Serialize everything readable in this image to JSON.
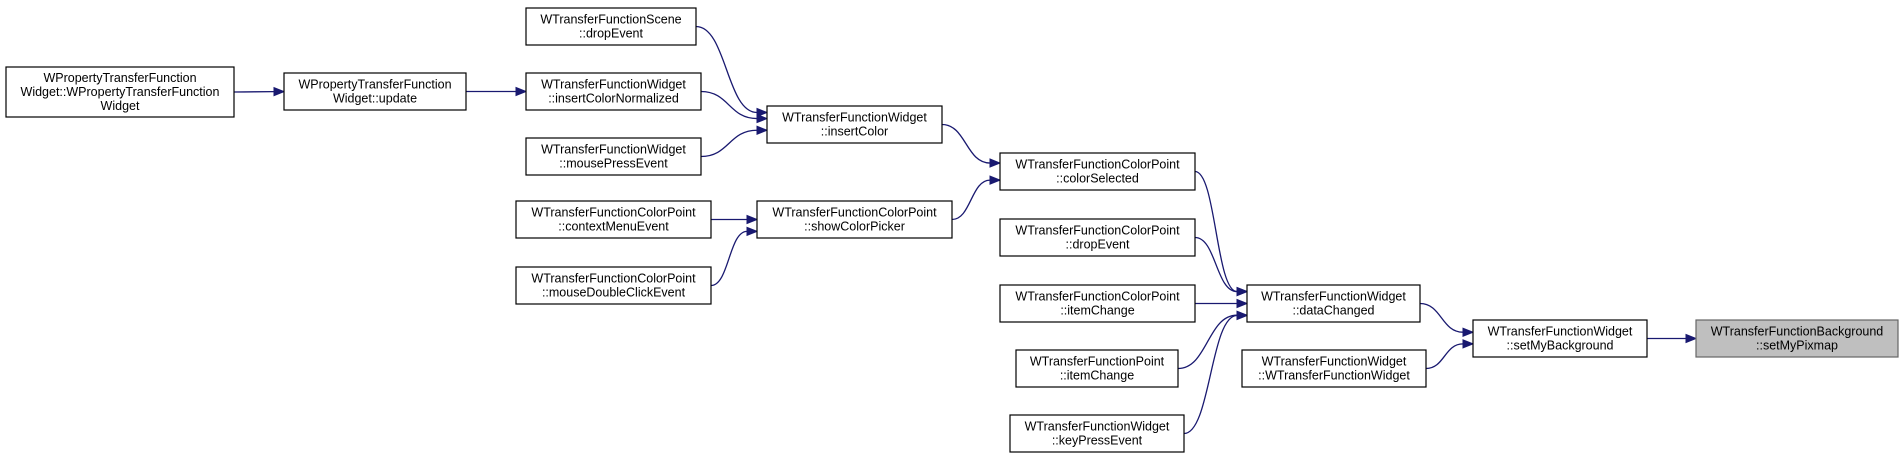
{
  "diagram": {
    "nodes": [
      {
        "id": "setMyPixmap",
        "lines": [
          "WTransferFunctionBackground",
          "::setMyPixmap"
        ],
        "highlight": true
      },
      {
        "id": "setMyBackground",
        "lines": [
          "WTransferFunctionWidget",
          "::setMyBackground"
        ]
      },
      {
        "id": "dataChanged",
        "lines": [
          "WTransferFunctionWidget",
          "::dataChanged"
        ]
      },
      {
        "id": "ctorWidget",
        "lines": [
          "WTransferFunctionWidget",
          "::WTransferFunctionWidget"
        ]
      },
      {
        "id": "colorSelected",
        "lines": [
          "WTransferFunctionColorPoint",
          "::colorSelected"
        ]
      },
      {
        "id": "cpDropEvent",
        "lines": [
          "WTransferFunctionColorPoint",
          "::dropEvent"
        ]
      },
      {
        "id": "cpItemChange",
        "lines": [
          "WTransferFunctionColorPoint",
          "::itemChange"
        ]
      },
      {
        "id": "pItemChange",
        "lines": [
          "WTransferFunctionPoint",
          "::itemChange"
        ]
      },
      {
        "id": "keyPressEvent",
        "lines": [
          "WTransferFunctionWidget",
          "::keyPressEvent"
        ]
      },
      {
        "id": "insertColor",
        "lines": [
          "WTransferFunctionWidget",
          "::insertColor"
        ]
      },
      {
        "id": "showColorPicker",
        "lines": [
          "WTransferFunctionColorPoint",
          "::showColorPicker"
        ]
      },
      {
        "id": "sceneDropEvent",
        "lines": [
          "WTransferFunctionScene",
          "::dropEvent"
        ]
      },
      {
        "id": "insertColorNormalized",
        "lines": [
          "WTransferFunctionWidget",
          "::insertColorNormalized"
        ]
      },
      {
        "id": "mousePressEvent",
        "lines": [
          "WTransferFunctionWidget",
          "::mousePressEvent"
        ]
      },
      {
        "id": "contextMenuEvent",
        "lines": [
          "WTransferFunctionColorPoint",
          "::contextMenuEvent"
        ]
      },
      {
        "id": "mouseDoubleClickEvent",
        "lines": [
          "WTransferFunctionColorPoint",
          "::mouseDoubleClickEvent"
        ]
      },
      {
        "id": "propUpdate",
        "lines": [
          "WPropertyTransferFunction",
          "Widget::update"
        ]
      },
      {
        "id": "propCtor",
        "lines": [
          "WPropertyTransferFunction",
          "Widget::WPropertyTransferFunction",
          "Widget"
        ]
      }
    ],
    "edges": [
      {
        "from": "setMyBackground",
        "to": "setMyPixmap"
      },
      {
        "from": "dataChanged",
        "to": "setMyBackground"
      },
      {
        "from": "ctorWidget",
        "to": "setMyBackground"
      },
      {
        "from": "colorSelected",
        "to": "dataChanged"
      },
      {
        "from": "cpDropEvent",
        "to": "dataChanged"
      },
      {
        "from": "cpItemChange",
        "to": "dataChanged"
      },
      {
        "from": "pItemChange",
        "to": "dataChanged"
      },
      {
        "from": "keyPressEvent",
        "to": "dataChanged"
      },
      {
        "from": "insertColor",
        "to": "colorSelected"
      },
      {
        "from": "showColorPicker",
        "to": "colorSelected"
      },
      {
        "from": "sceneDropEvent",
        "to": "insertColor"
      },
      {
        "from": "insertColorNormalized",
        "to": "insertColor"
      },
      {
        "from": "mousePressEvent",
        "to": "insertColor"
      },
      {
        "from": "contextMenuEvent",
        "to": "showColorPicker"
      },
      {
        "from": "mouseDoubleClickEvent",
        "to": "showColorPicker"
      },
      {
        "from": "propUpdate",
        "to": "insertColorNormalized"
      },
      {
        "from": "propCtor",
        "to": "propUpdate"
      }
    ],
    "colors": {
      "edge": "#191970",
      "node_border": "#000000",
      "highlight_fill": "#bfbfbf",
      "highlight_border": "#666666"
    }
  }
}
